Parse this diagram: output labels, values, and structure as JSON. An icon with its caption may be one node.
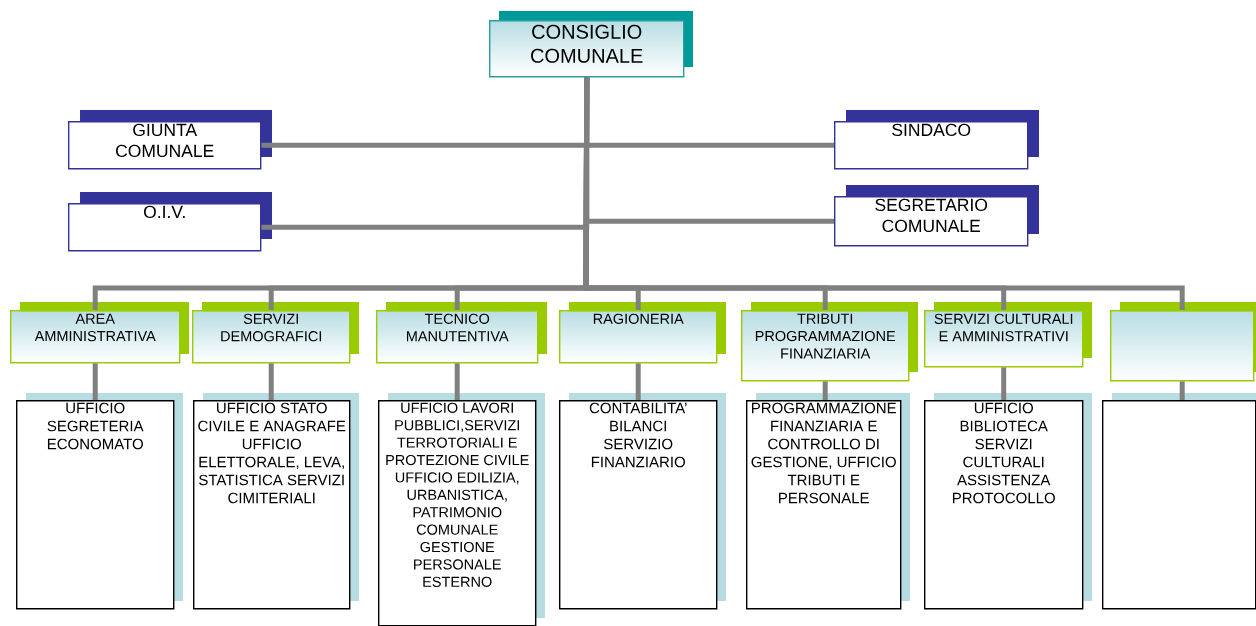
{
  "diagram": {
    "nodes": [
      {
        "text": [
          "CONSIGLIO COMUNALE"
        ]
      },
      {
        "text": [
          "GIUNTA COMUNALE"
        ]
      },
      {
        "text": [
          "SINDACO"
        ]
      },
      {
        "text": [
          "O.I.V."
        ]
      },
      {
        "text": [
          "SEGRETARIO COMUNALE"
        ]
      },
      {
        "text": [
          "AREA AMMINISTRATIVA"
        ]
      },
      {
        "text": [
          "SERVIZI DEMOGRAFICI"
        ]
      },
      {
        "text": [
          "TECNICO MANUTENTIVA"
        ]
      },
      {
        "text": [
          "RAGIONERIA"
        ]
      },
      {
        "text": [
          "TRIBUTI PROGRAMMAZIONE FINANZIARIA"
        ]
      },
      {
        "text": [
          "SERVIZI CULTURALI E AMMINISTRATIVI"
        ]
      },
      {
        "text": [],
        "shape": "box"
      },
      {
        "text": [
          "UFFICIO SEGRETERIA ECONOMATO"
        ]
      },
      {
        "text": [
          "UFFICIO STATO CIVILE E ANAGRAFE UFFICIO ELETTORALE, LEVA, STATISTICA SERVIZI CIMITERIALI"
        ]
      },
      {
        "text": [
          "UFFICIO LAVORI PUBBLICI,SERVIZI TERROTORIALI E PROTEZIONE CIVILE UFFICIO EDILIZIA, URBANISTICA, PATRIMONIO COMUNALE GESTIONE PERSONALE ESTERNO"
        ]
      },
      {
        "text": [
          "CONTABILITA’ BILANCI SERVIZIO FINANZIARIO"
        ]
      },
      {
        "text": [
          "PROGRAMMAZIONE FINANZIARIA E CONTROLLO DI GESTIONE, UFFICIO TRIBUTI E PERSONALE"
        ]
      },
      {
        "text": [
          "UFFICIO BIBLIOTECA SERVIZI CULTURALI ASSISTENZA PROTOCOLLO"
        ]
      },
      {
        "text": [],
        "shape": "box"
      }
    ],
    "edges": [
      {
        "from": 0,
        "to": 1,
        "arrow": "none"
      },
      {
        "from": 0,
        "to": 2,
        "arrow": "none"
      },
      {
        "from": 0,
        "to": 3,
        "arrow": "none"
      },
      {
        "from": 0,
        "to": 4,
        "arrow": "none"
      },
      {
        "from": 0,
        "to": 5,
        "arrow": "none"
      },
      {
        "from": 0,
        "to": 6,
        "arrow": "none"
      },
      {
        "from": 0,
        "to": 7,
        "arrow": "none"
      },
      {
        "from": 0,
        "to": 8,
        "arrow": "none"
      },
      {
        "from": 0,
        "to": 9,
        "arrow": "none"
      },
      {
        "from": 0,
        "to": 10,
        "arrow": "none"
      },
      {
        "from": 0,
        "to": 11,
        "arrow": "none"
      },
      {
        "from": 5,
        "to": 12,
        "arrow": "none"
      },
      {
        "from": 6,
        "to": 13,
        "arrow": "none"
      },
      {
        "from": 7,
        "to": 14,
        "arrow": "none"
      },
      {
        "from": 8,
        "to": 15,
        "arrow": "none"
      },
      {
        "from": 9,
        "to": 16,
        "arrow": "none"
      },
      {
        "from": 10,
        "to": 17,
        "arrow": "none"
      },
      {
        "from": 11,
        "to": 18,
        "arrow": "none"
      }
    ]
  }
}
